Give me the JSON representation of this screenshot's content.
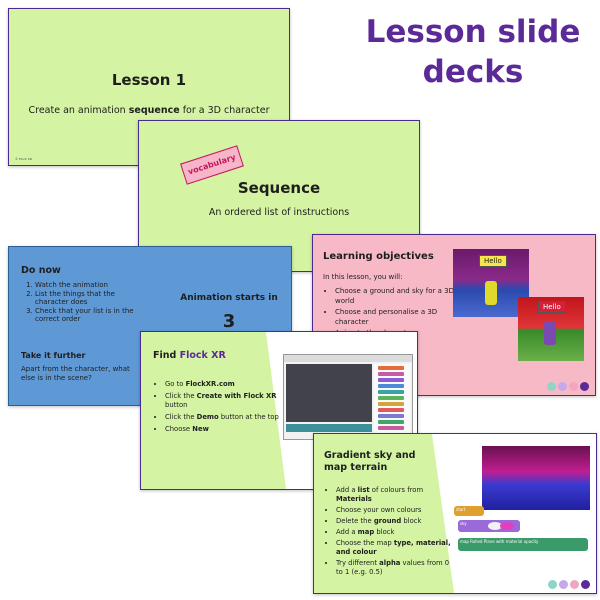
{
  "headline": [
    "Lesson slide",
    "decks"
  ],
  "slides": {
    "lesson1": {
      "title": "Lesson 1",
      "subtitle_pre": "Create an animation ",
      "subtitle_bold": "sequence",
      "subtitle_post": " for a 3D character",
      "credit": "© Flock XR"
    },
    "sequence": {
      "tag": "vocabulary",
      "title": "Sequence",
      "subtitle": "An ordered list of instructions"
    },
    "do_now": {
      "title": "Do now",
      "steps": [
        "Watch the animation",
        "List the things that the character does",
        "Check that your list is in the correct order"
      ],
      "take_further_title": "Take it further",
      "take_further_text": "Apart from the character, what else is in the scene?",
      "animation_label": "Animation starts in",
      "countdown": "3"
    },
    "objectives": {
      "title": "Learning objectives",
      "intro": "In this lesson, you will:",
      "items": [
        "Choose a ground and sky for a 3D world",
        "Choose and personalise a 3D character",
        "Animate the character"
      ],
      "speech1": "Hello",
      "speech2": "Hello"
    },
    "flock": {
      "title_pre": "Find ",
      "title_accent": "Flock XR",
      "items": [
        [
          "Go to ",
          "FlockXR.com",
          ""
        ],
        [
          "Click the ",
          "Create with Flock XR",
          " button"
        ],
        [
          "Click the ",
          "Demo",
          " button at the top"
        ],
        [
          "Choose ",
          "New",
          ""
        ]
      ]
    },
    "gradient": {
      "title": "Gradient sky and map terrain",
      "items": [
        [
          "Add a ",
          "list",
          " of colours from ",
          "Materials",
          ""
        ],
        [
          "Choose your own colours",
          "",
          "",
          "",
          ""
        ],
        [
          "Delete the ",
          "ground",
          " block",
          "",
          ""
        ],
        [
          "Add a ",
          "map",
          " block",
          "",
          ""
        ],
        [
          "Choose the map ",
          "type, material, and colour",
          "",
          "",
          ""
        ],
        [
          "Try different ",
          "alpha",
          " values from 0 to 1 (e.g. 0.5)",
          "",
          ""
        ]
      ],
      "block_labels": [
        "start",
        "sky",
        "map",
        "Rolled Plane",
        "with material",
        "opacity"
      ]
    }
  },
  "colors": {
    "accent": "#5b2a98",
    "green": "#d4f3a3",
    "blue": "#5e99d6",
    "pink": "#f7b9c6"
  }
}
